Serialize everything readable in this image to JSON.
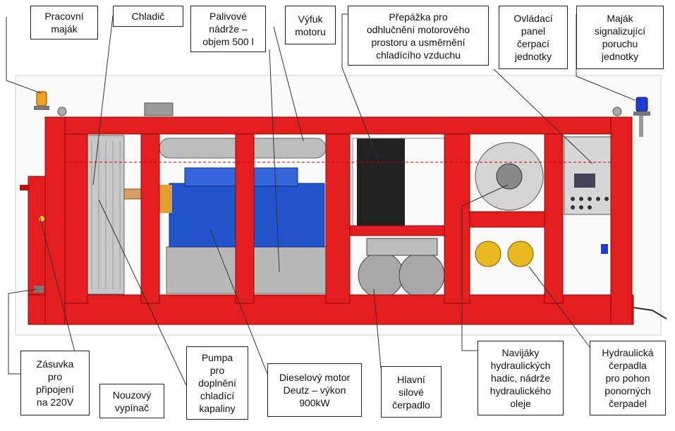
{
  "labels": {
    "pracovni_majak": "Pracovní\nmaják",
    "chladic": "Chladič",
    "palivove_nadrze": "Palivové\nnádrže –\nobjem 500 l",
    "vyfuk_motoru": "Výfuk\nmotoru",
    "prepazka": "Přepážka pro\nodhlučnění motorového\nprostoru a usměrnění\nchladícího vzduchu",
    "ovladaci_panel": "Ovládací\npanel\nčerpací\njednotky",
    "majak_poruchy": "Maják\nsignalizující\nporuchu\njednotky",
    "zasuvka": "Zásuvka\npro\npřipojení\nna 220V",
    "nouzovy_vypinac": "Nouzový\nvypínač",
    "pumpa": "Pumpa\npro\ndoplnění\nchladící\nkapaliny",
    "dieselovy_motor": "Dieselový motor\nDeutz – výkon\n900kW",
    "hlavni_cerpadlo": "Hlavní\nsilové\nčerpadlo",
    "navijaky": "Navijáky\nhydraulických\nhadic, nádrže\nhydraulického\noleje",
    "hydraulicka_cerpadla": "Hydraulická\nčerpadla\npro pohon\nponorných\nčerpadel"
  },
  "colors": {
    "frame_red": "#e41e1e",
    "frame_dark_red": "#b01010",
    "engine_blue": "#2255cc",
    "beacon_amber": "#f0a020",
    "beacon_blue": "#1e3cd0",
    "hydraulic_yellow": "#e8b820",
    "grey_panel": "#c8c8c8"
  }
}
